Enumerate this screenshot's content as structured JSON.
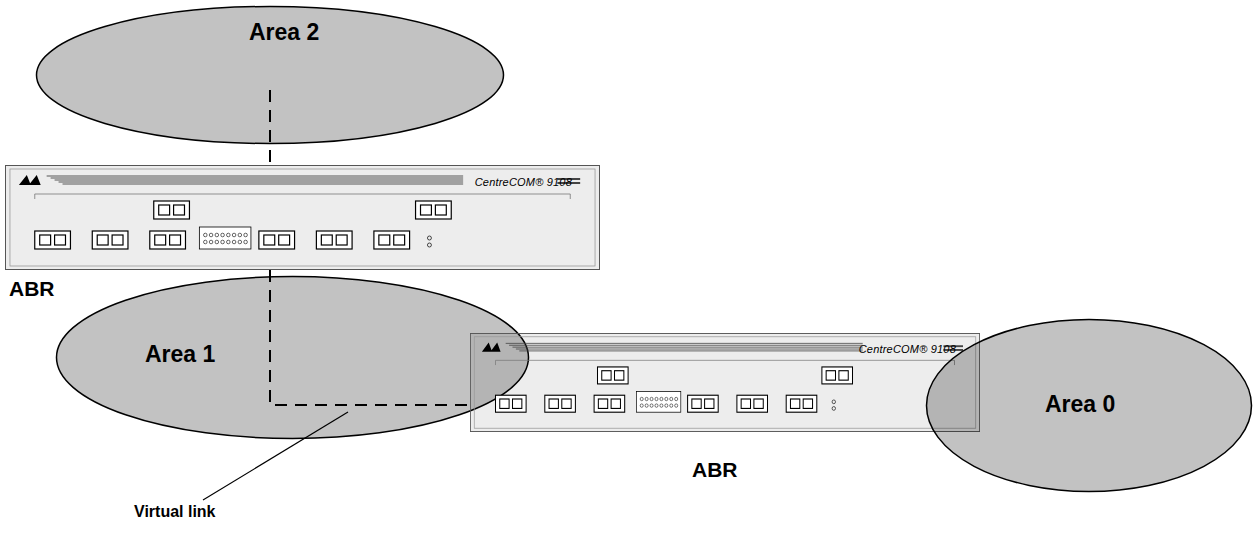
{
  "diagram": {
    "nodes": [
      {
        "text": [
          "Area 2"
        ]
      },
      {
        "text": [
          "CentreCOM® 9108",
          "ABR"
        ]
      },
      {
        "text": [
          "Area 1"
        ]
      },
      {
        "text": [
          "CentreCOM® 9108",
          "ABR"
        ]
      },
      {
        "text": [
          "Area 0"
        ]
      }
    ],
    "edges": [
      {
        "from": 1,
        "to": 3,
        "arrow": "none"
      }
    ],
    "labels": [
      "Virtual link"
    ]
  }
}
